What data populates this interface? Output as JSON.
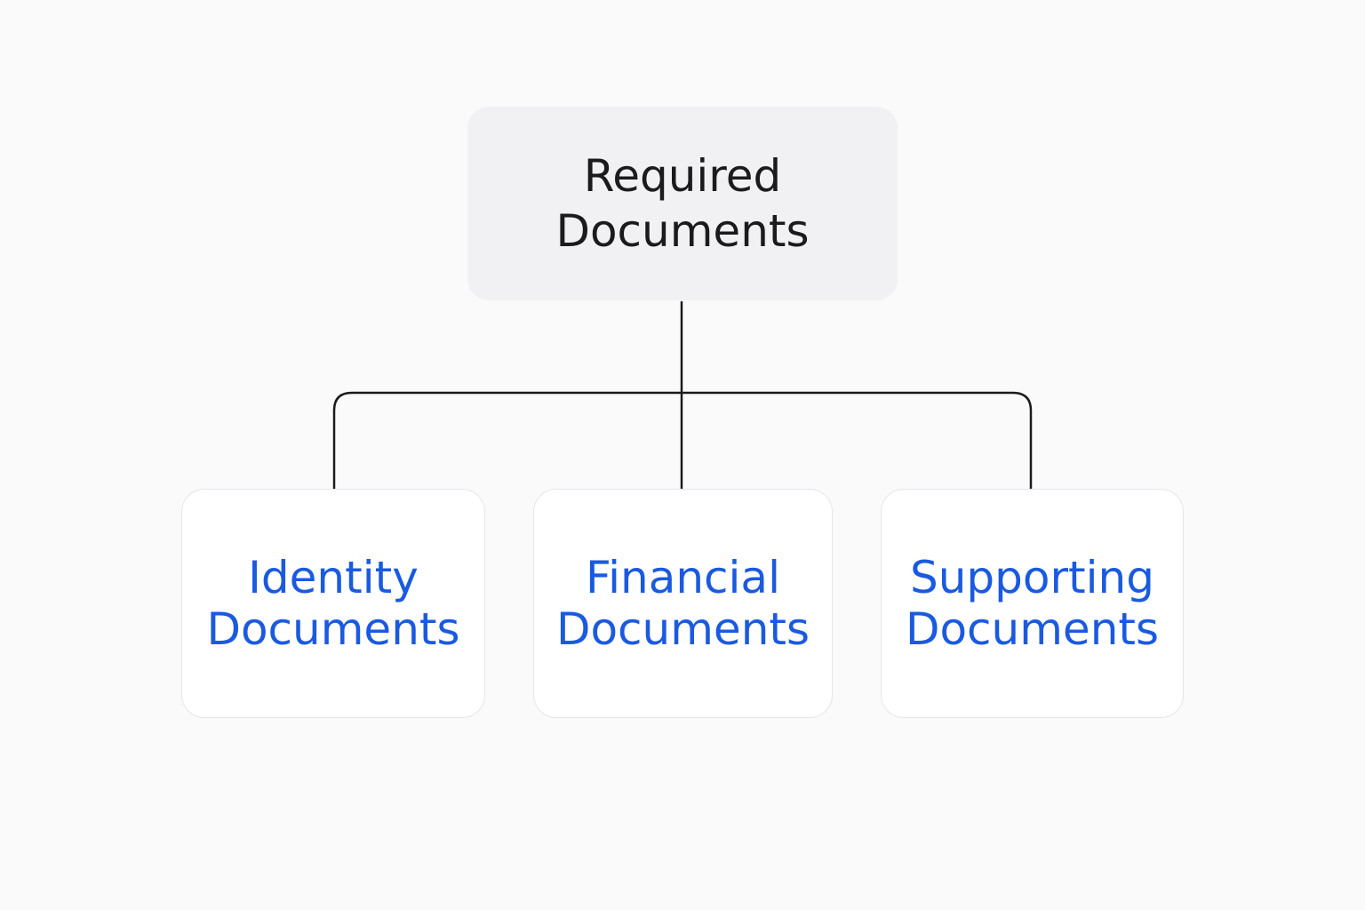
{
  "colors": {
    "background": "#fafafb",
    "root_fill": "#f1f1f3",
    "root_text": "#1b1b1d",
    "child_text": "#1a5ae0",
    "child_border": "#e2e6ec",
    "connector": "#1b1b1d"
  },
  "root": {
    "line1": "Required",
    "line2": "Documents"
  },
  "children": [
    {
      "line1": "Identity",
      "line2": "Documents"
    },
    {
      "line1": "Financial",
      "line2": "Documents"
    },
    {
      "line1": "Supporting",
      "line2": "Documents"
    }
  ]
}
